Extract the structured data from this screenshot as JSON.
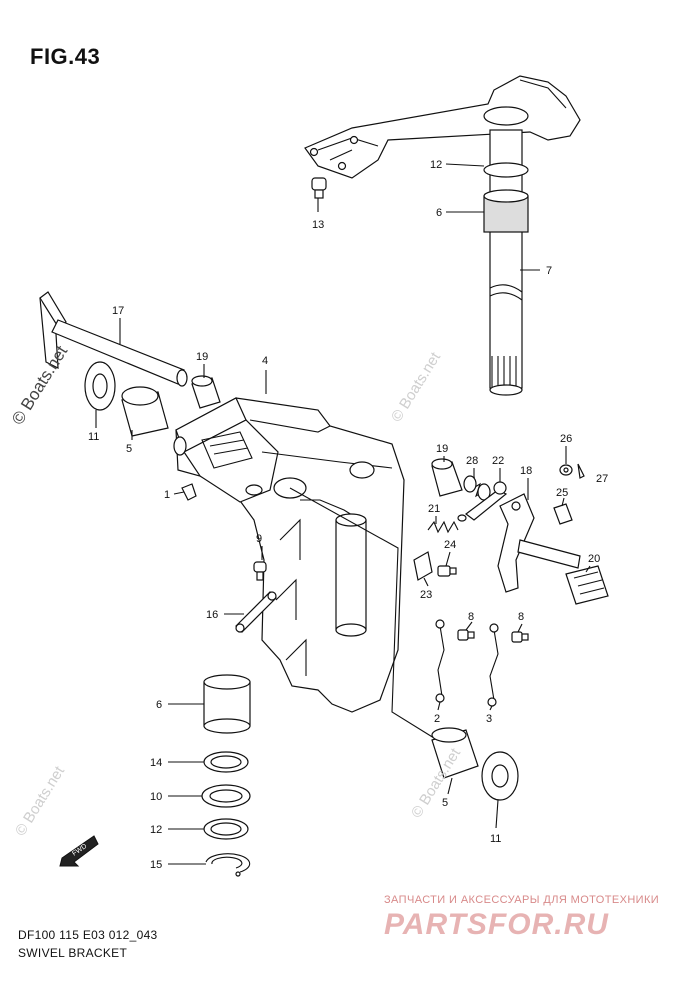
{
  "figure": {
    "title": "FIG.43",
    "caption_model": "DF100 115 E03 012_043",
    "caption_name": "SWIVEL BRACKET"
  },
  "watermarks": {
    "main": "© Boats.net",
    "faint": "© Boats.net"
  },
  "branding": {
    "tagline": "ЗАПЧАСТИ И АКСЕССУАРЫ ДЛЯ МОТОТЕХНИКИ",
    "logo": "PARTSFOR.RU"
  },
  "fwd_label": "FWD",
  "callouts": {
    "c12a": "12",
    "c13": "13",
    "c6a": "6",
    "c7": "7",
    "c17": "17",
    "c19a": "19",
    "c4": "4",
    "c11a": "11",
    "c5a": "5",
    "c1": "1",
    "c9": "9",
    "c16": "16",
    "c19b": "19",
    "c28": "28",
    "c22": "22",
    "c26": "26",
    "c27": "27",
    "c18": "18",
    "c25": "25",
    "c21": "21",
    "c24": "24",
    "c23": "23",
    "c20": "20",
    "c8a": "8",
    "c8b": "8",
    "c2": "2",
    "c3": "3",
    "c6b": "6",
    "c14": "14",
    "c10": "10",
    "c12b": "12",
    "c15": "15",
    "c5b": "5",
    "c11b": "11"
  }
}
